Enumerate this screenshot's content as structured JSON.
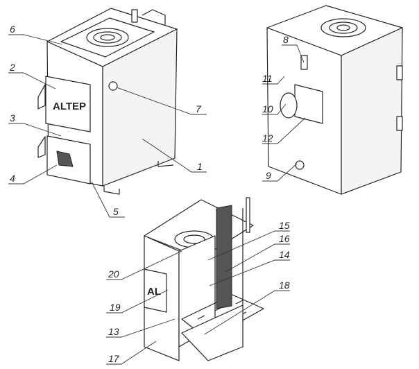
{
  "brand": "ALTEP",
  "brand_partial": "AL",
  "callouts": {
    "c1": "1",
    "c2": "2",
    "c3": "3",
    "c4": "4",
    "c5": "5",
    "c6": "6",
    "c7": "7",
    "c8": "8",
    "c9": "9",
    "c10": "10",
    "c11": "11",
    "c12": "12",
    "c13": "13",
    "c14": "14",
    "c15": "15",
    "c16": "16",
    "c17": "17",
    "c18": "18",
    "c19": "19",
    "c20": "20"
  }
}
